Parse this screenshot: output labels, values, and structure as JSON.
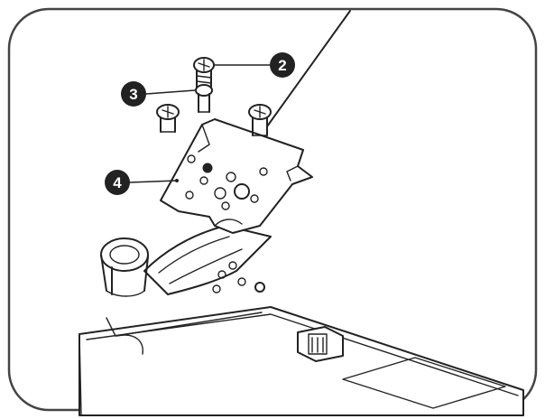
{
  "callouts": [
    {
      "label": "2",
      "part": "screw"
    },
    {
      "label": "3",
      "part": "screw"
    },
    {
      "label": "4",
      "part": "bracket"
    }
  ],
  "colors": {
    "line": "#222222",
    "frame": "#444444",
    "callout_fill": "#222222",
    "callout_text": "#ffffff",
    "background": "#ffffff"
  }
}
